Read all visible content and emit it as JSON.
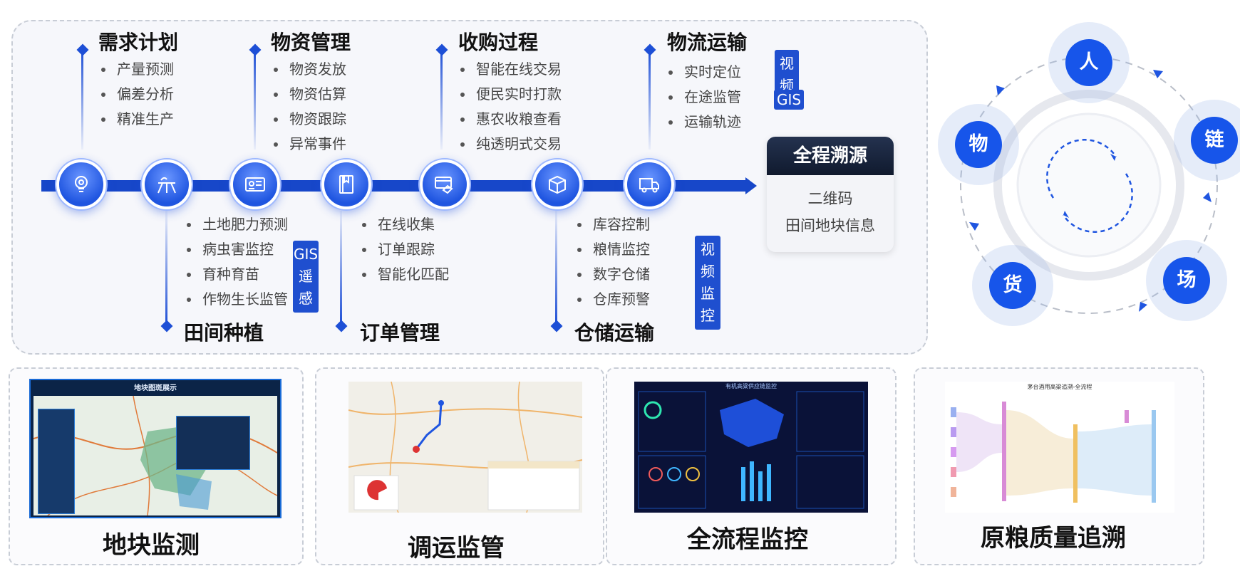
{
  "stages": {
    "demand": {
      "title": "需求计划",
      "items": [
        "产量预测",
        "偏差分析",
        "精准生产"
      ]
    },
    "supplies": {
      "title": "物资管理",
      "items": [
        "物资发放",
        "物资估算",
        "物资跟踪",
        "异常事件"
      ]
    },
    "purchase": {
      "title": "收购过程",
      "items": [
        "智能在线交易",
        "便民实时打款",
        "惠农收粮查看",
        "纯透明式交易"
      ]
    },
    "logistics": {
      "title": "物流运输",
      "items": [
        "实时定位",
        "在途监管",
        "运输轨迹"
      ]
    },
    "planting": {
      "title": "田间种植",
      "items": [
        "土地肥力预测",
        "病虫害监控",
        "育种育苗",
        "作物生长监管"
      ]
    },
    "orders": {
      "title": "订单管理",
      "items": [
        "在线收集",
        "订单跟踪",
        "智能化匹配"
      ]
    },
    "storage": {
      "title": "仓储运输",
      "items": [
        "库容控制",
        "粮情监控",
        "数字仓储",
        "仓库预警"
      ]
    }
  },
  "tags": {
    "video1": [
      "视",
      "频"
    ],
    "gis1": "GIS",
    "remote": [
      "GIS",
      "遥",
      "感"
    ],
    "video2": [
      "视",
      "频",
      "监",
      "控"
    ]
  },
  "trace": {
    "title": "全程溯源",
    "lines": [
      "二维码",
      "田间地块信息"
    ]
  },
  "cycle": {
    "nodes": [
      "人",
      "链",
      "场",
      "货",
      "物"
    ]
  },
  "colors": {
    "primary": "#1747c9",
    "node": "#1755ea",
    "dark": "#101a2e"
  },
  "icons": [
    "lightbulb-gear-icon",
    "field-road-icon",
    "id-card-icon",
    "book-icon",
    "payment-card-icon",
    "box-icon",
    "truck-icon"
  ],
  "cards": [
    {
      "label": "地块监测",
      "screen_title": "地块图斑展示"
    },
    {
      "label": "调运监管"
    },
    {
      "label": "全流程监控",
      "screen_title": "有机高粱供应链监控"
    },
    {
      "label": "原粮质量追溯",
      "screen_title": "茅台酒用高粱追溯-全流程"
    }
  ]
}
